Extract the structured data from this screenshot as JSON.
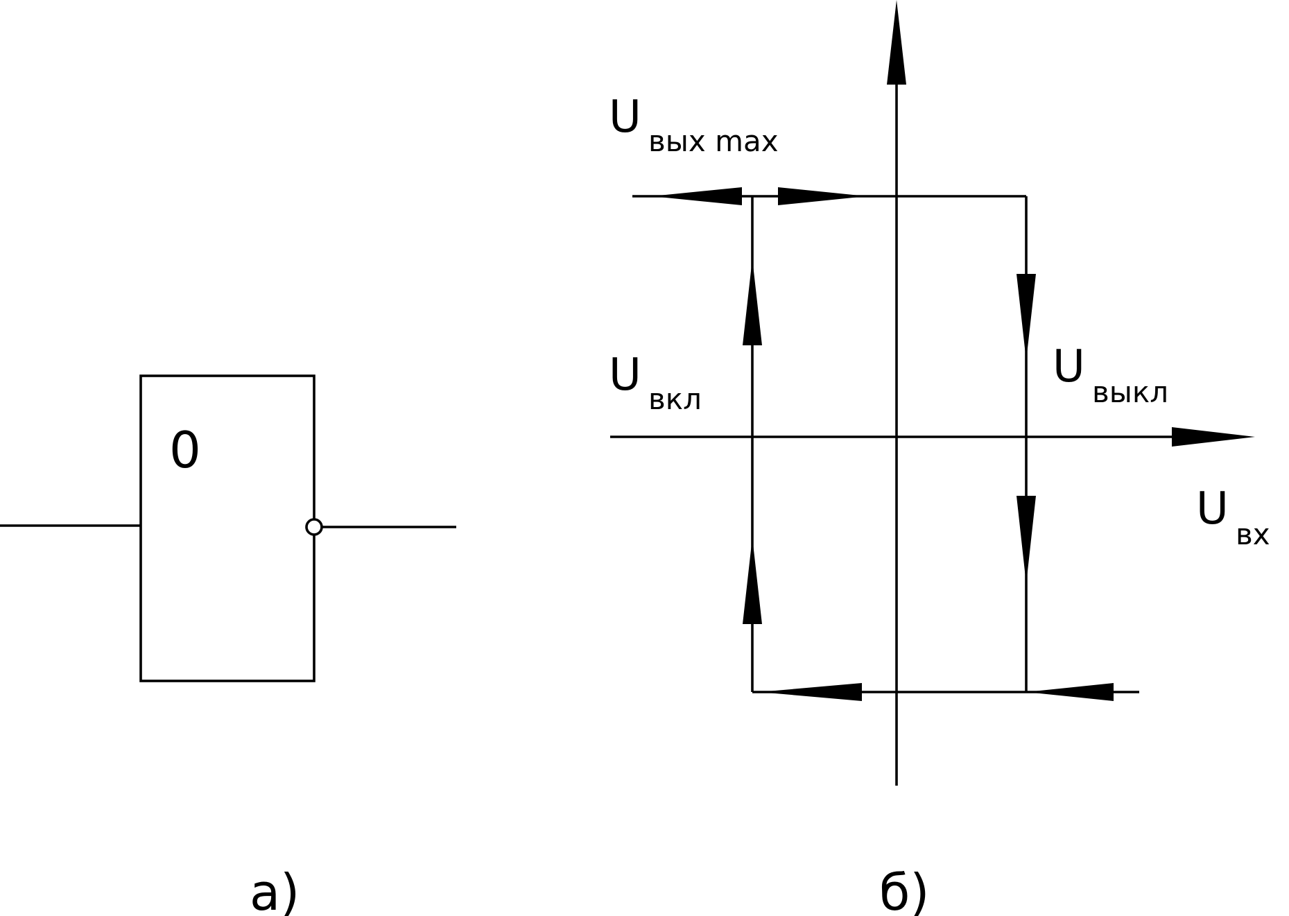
{
  "diagram_a": {
    "symbol": "0",
    "caption": "а)"
  },
  "diagram_b": {
    "labels": {
      "u_out_max": {
        "main": "U",
        "sub": "вых max"
      },
      "u_on": {
        "main": "U",
        "sub": "вкл"
      },
      "u_off": {
        "main": "U",
        "sub": "выкл"
      },
      "u_in": {
        "main": "U",
        "sub": "вх"
      }
    },
    "caption": "б)"
  }
}
